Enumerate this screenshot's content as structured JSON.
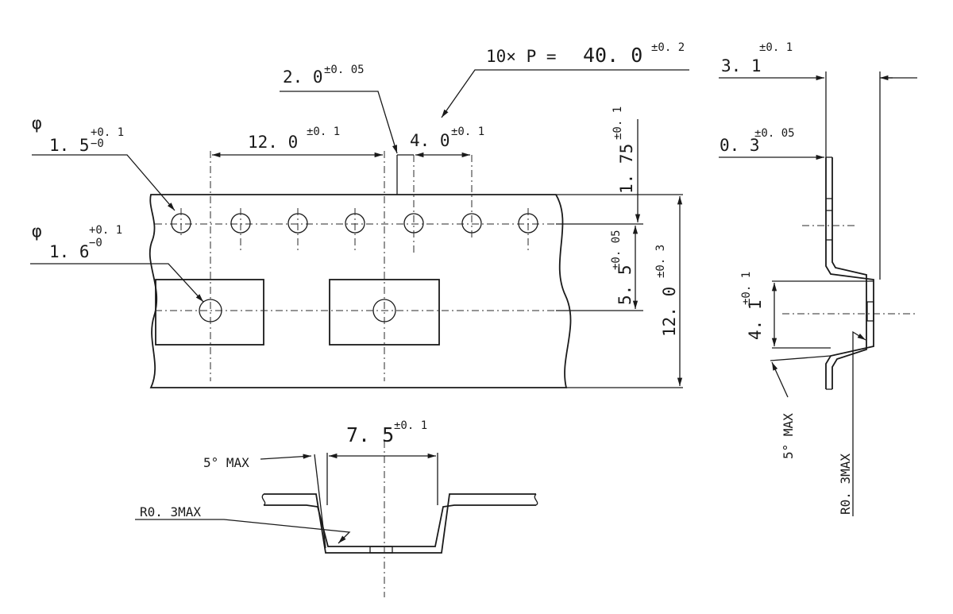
{
  "labels": {
    "pitch_total": "10× P =",
    "pitch_total_value": "40. 0",
    "pitch_total_tol": "±0. 2",
    "hole_gap": "2. 0",
    "hole_gap_tol": "±0. 05",
    "sprocket_phi": "φ",
    "sprocket_dia": "1. 5",
    "sprocket_tol_plus": "+0. 1",
    "sprocket_tol_minus": "−0",
    "pocket_pitch": "12. 0",
    "pocket_pitch_tol": "±0. 1",
    "sprocket_pitch": "4. 0",
    "sprocket_pitch_tol": "±0. 1",
    "edge_distance": "1. 75",
    "edge_distance_tol": "±0. 1",
    "hole_phi": "φ",
    "hole_dia": "1. 6",
    "hole_tol_plus": "+0. 1",
    "hole_tol_minus": "−0",
    "row_distance": "5. 5",
    "row_distance_tol": "±0. 05",
    "tape_width": "12. 0",
    "tape_width_tol": "±0. 3",
    "pocket_width": "7. 5",
    "pocket_width_tol": "±0. 1",
    "draft_bottom": "5° MAX",
    "radius_bottom": "R0. 3MAX",
    "overall_thickness": "3. 1",
    "overall_thickness_tol": "±0. 1",
    "tape_thickness": "0. 3",
    "tape_thickness_tol": "±0. 05",
    "pocket_depth": "4. 1",
    "pocket_depth_tol": "±0. 1",
    "draft_side": "5° MAX",
    "radius_side": "R0. 3MAX"
  }
}
